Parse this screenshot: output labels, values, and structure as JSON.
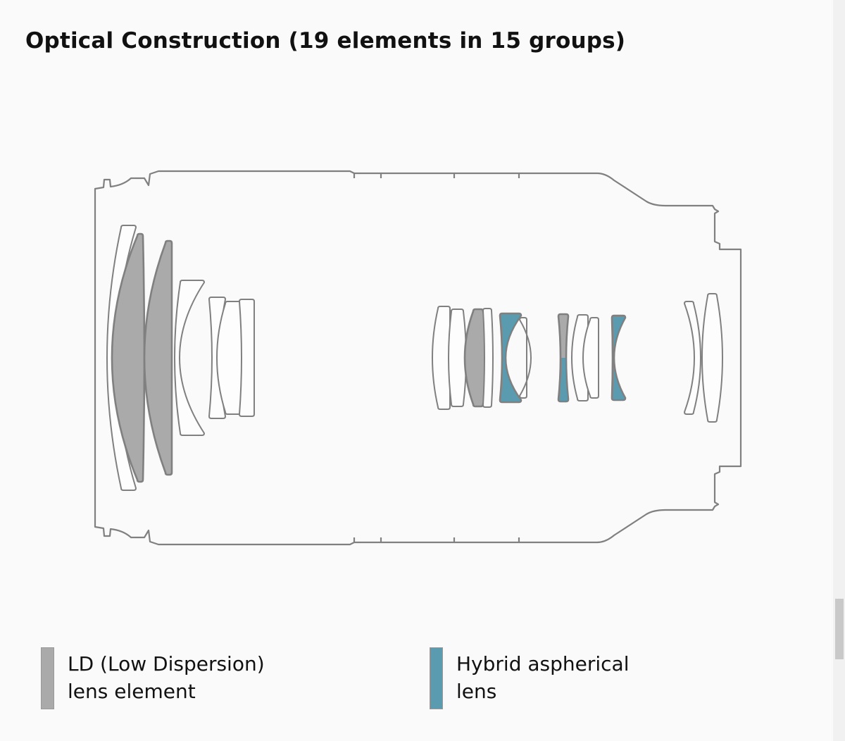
{
  "title": "Optical Construction (19 elements in 15 groups)",
  "colors": {
    "ld": "#aaaaaa",
    "hybrid": "#5b9bb0",
    "outline": "#808080",
    "background": "#fafafa"
  },
  "legend": [
    {
      "label": "LD (Low Dispersion)\nlens element",
      "color": "#aaaaaa"
    },
    {
      "label": "Hybrid aspherical\nlens",
      "color": "#5b9bb0"
    }
  ]
}
